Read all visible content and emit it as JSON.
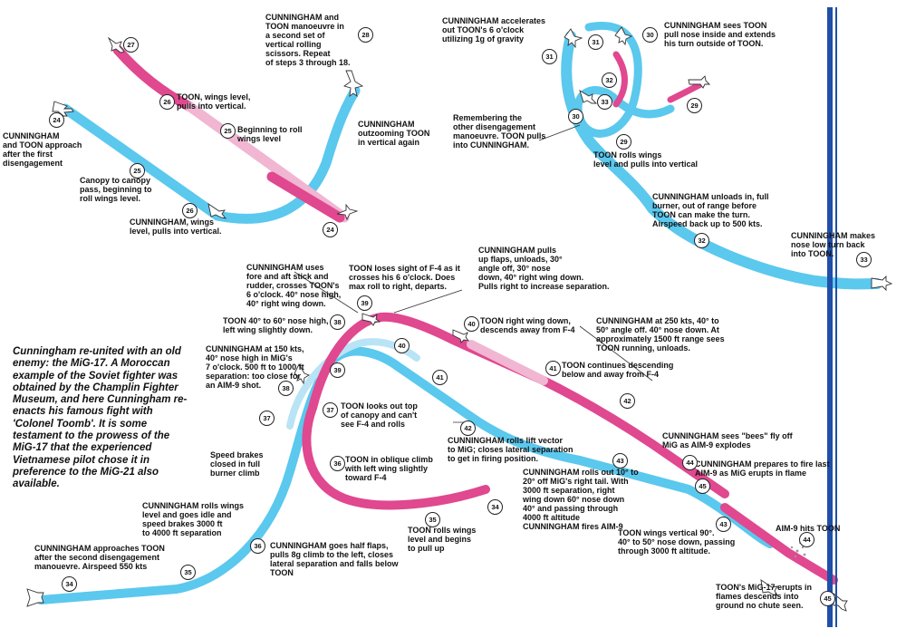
{
  "caption": "Cunningham re-united with an old enemy: the MiG-17. A Moroccan example of the Soviet fighter was obtained by the Champlin Fighter Museum, and here Cunningham re-enacts his famous fight with 'Colonel Toomb'. It is some testament to the prowess of the MiG-17 that the experienced Vietnamese pilot chose it in preference to the MiG-21 also available.",
  "colors": {
    "cunningham_path": "#5bc8ee",
    "toon_path": "#e0488f",
    "toon_path_light": "#f0b6d2",
    "pale_blue": "#b9e4f5",
    "divider_bar": "#1f4fa8"
  },
  "labels": [
    {
      "id": "l01",
      "text": "CUNNINGHAM\nand TOON approach\nafter the first\ndisengagement"
    },
    {
      "id": "l02",
      "text": "Canopy to canopy\npass, beginning to\nroll wings level."
    },
    {
      "id": "l03",
      "text": "CUNNINGHAM, wings\nlevel, pulls into vertical."
    },
    {
      "id": "l04",
      "text": "TOON, wings level,\npulls into vertical."
    },
    {
      "id": "l05",
      "text": "Beginning to roll\nwings level"
    },
    {
      "id": "l06",
      "text": "CUNNINGHAM and\nTOON manoeuvre in\na second set of\nvertical rolling\nscissors. Repeat\nof steps 3 through 18."
    },
    {
      "id": "l07",
      "text": "CUNNINGHAM\noutzooming TOON\nin vertical again"
    },
    {
      "id": "l08",
      "text": "CUNNINGHAM accelerates\nout TOON's 6 o'clock\nutilizing 1g of gravity"
    },
    {
      "id": "l09",
      "text": "CUNNINGHAM sees TOON\npull nose inside and extends\nhis turn outside of TOON."
    },
    {
      "id": "l10",
      "text": "Remembering the\nother disengagement\nmanoeuvre. TOON pulls\ninto CUNNINGHAM."
    },
    {
      "id": "l11",
      "text": "TOON rolls wings\nlevel and pulls into vertical"
    },
    {
      "id": "l12",
      "text": "CUNNINGHAM unloads in, full\nburner, out of range before\nTOON can make the turn.\nAirspeed back up to 500 kts."
    },
    {
      "id": "l13",
      "text": "CUNNINGHAM makes\nnose low turn back\ninto TOON."
    },
    {
      "id": "l14",
      "text": "CUNNINGHAM uses\nfore and aft stick and\nrudder, crosses TOON's\n6 o'clock. 40° nose high,\n40° right wing down."
    },
    {
      "id": "l15",
      "text": "TOON loses sight of F-4 as it\ncrosses his 6 o'clock. Does\nmax roll to right, departs."
    },
    {
      "id": "l16",
      "text": "CUNNINGHAM pulls\nup flaps, unloads, 30°\nangle off, 30° nose\ndown, 40° right wing down.\nPulls right to increase separation."
    },
    {
      "id": "l17",
      "text": "TOON 40° to 60° nose high,\nleft wing slightly down."
    },
    {
      "id": "l18",
      "text": "TOON right wing down,\ndescends away from F-4"
    },
    {
      "id": "l19",
      "text": "CUNNINGHAM at 250 kts, 40° to\n50° angle off. 40° nose down. At\napproximately 1500 ft range sees\nTOON running, unloads."
    },
    {
      "id": "l20",
      "text": "CUNNINGHAM at 150 kts,\n40° nose high in MiG's\n7 o'clock. 500 ft to 1000 ft\nseparation: too close for\nan AIM-9 shot."
    },
    {
      "id": "l21",
      "text": "TOON continues descending\nbelow and away from F-4"
    },
    {
      "id": "l22",
      "text": "TOON looks out top\nof canopy and can't\nsee F-4 and rolls"
    },
    {
      "id": "l23",
      "text": "CUNNINGHAM rolls lift vector\nto MiG; closes lateral separation\nto get in firing position."
    },
    {
      "id": "l24",
      "text": "CUNNINGHAM sees \"bees\" fly off\nMiG as AIM-9 explodes"
    },
    {
      "id": "l25",
      "text": "Speed brakes\nclosed in full\nburner climb"
    },
    {
      "id": "l26",
      "text": "TOON in oblique climb\nwith left wing slightly\ntoward F-4"
    },
    {
      "id": "l27",
      "text": "CUNNINGHAM prepares to fire last\nAIM-9 as MiG erupts in flame"
    },
    {
      "id": "l28",
      "text": "CUNNINGHAM rolls wings\nlevel and goes idle and\nspeed brakes 3000 ft\nto 4000 ft separation"
    },
    {
      "id": "l29",
      "text": "CUNNINGHAM rolls out 10° to\n20° off MiG's right tail. With\n3000 ft separation, right\nwing down 60° nose down\n40° and passing through\n4000 ft altitude\nCUNNINGHAM fires AIM-9"
    },
    {
      "id": "l30",
      "text": "TOON rolls wings\nlevel and begins\nto pull up"
    },
    {
      "id": "l31",
      "text": "TOON wings vertical 90°.\n40° to 50° nose down, passing\nthrough 3000 ft altitude."
    },
    {
      "id": "l32",
      "text": "AIM-9 hits TOON"
    },
    {
      "id": "l33",
      "text": "CUNNINGHAM approaches TOON\nafter the second disengagement\nmanouevre. Airspeed 550 kts"
    },
    {
      "id": "l34",
      "text": "CUNNINGHAM goes half flaps,\npulls 8g climb to the left, closes\nlateral separation and falls below\nTOON"
    },
    {
      "id": "l35",
      "text": "TOON's MiG-17 erupts in\nflames descends into\nground no chute seen."
    }
  ],
  "step_markers": [
    {
      "id": "n01",
      "text": "24"
    },
    {
      "id": "n02",
      "text": "25"
    },
    {
      "id": "n03",
      "text": "26"
    },
    {
      "id": "n04",
      "text": "24"
    },
    {
      "id": "n05",
      "text": "26"
    },
    {
      "id": "n06",
      "text": "25"
    },
    {
      "id": "n07",
      "text": "27"
    },
    {
      "id": "n08",
      "text": "28"
    },
    {
      "id": "n09",
      "text": "31"
    },
    {
      "id": "n10",
      "text": "30"
    },
    {
      "id": "n11",
      "text": "31"
    },
    {
      "id": "n12",
      "text": "32"
    },
    {
      "id": "n13",
      "text": "33"
    },
    {
      "id": "n14",
      "text": "30"
    },
    {
      "id": "n15",
      "text": "29"
    },
    {
      "id": "n16",
      "text": "29"
    },
    {
      "id": "n17",
      "text": "32"
    },
    {
      "id": "n18",
      "text": "33"
    },
    {
      "id": "n19",
      "text": "39"
    },
    {
      "id": "n20",
      "text": "38"
    },
    {
      "id": "n21",
      "text": "40"
    },
    {
      "id": "n22",
      "text": "40"
    },
    {
      "id": "n23",
      "text": "39"
    },
    {
      "id": "n24",
      "text": "41"
    },
    {
      "id": "n25",
      "text": "41"
    },
    {
      "id": "n26",
      "text": "38"
    },
    {
      "id": "n27",
      "text": "42"
    },
    {
      "id": "n28",
      "text": "37"
    },
    {
      "id": "n29",
      "text": "42"
    },
    {
      "id": "n30",
      "text": "37"
    },
    {
      "id": "n31",
      "text": "43"
    },
    {
      "id": "n32",
      "text": "44"
    },
    {
      "id": "n33",
      "text": "36"
    },
    {
      "id": "n34",
      "text": "45"
    },
    {
      "id": "n35",
      "text": "34"
    },
    {
      "id": "n36",
      "text": "35"
    },
    {
      "id": "n37",
      "text": "43"
    },
    {
      "id": "n38",
      "text": "44"
    },
    {
      "id": "n39",
      "text": "36"
    },
    {
      "id": "n40",
      "text": "35"
    },
    {
      "id": "n41",
      "text": "45"
    },
    {
      "id": "n42",
      "text": "34"
    }
  ]
}
